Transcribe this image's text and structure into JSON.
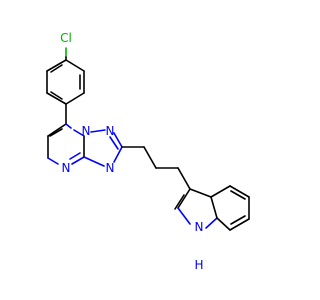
{
  "molecule": {
    "atoms": {
      "chlorine": "Cl",
      "ring_n1": "N",
      "ring_n2": "N",
      "ring_n3": "N",
      "ring_n4": "N",
      "indole_n": "N",
      "indole_h": "H"
    },
    "colors": {
      "carbon_bonds": "#000000",
      "nitrogen": "#0000ff",
      "chlorine": "#00b000",
      "background": "#ffffff"
    }
  }
}
